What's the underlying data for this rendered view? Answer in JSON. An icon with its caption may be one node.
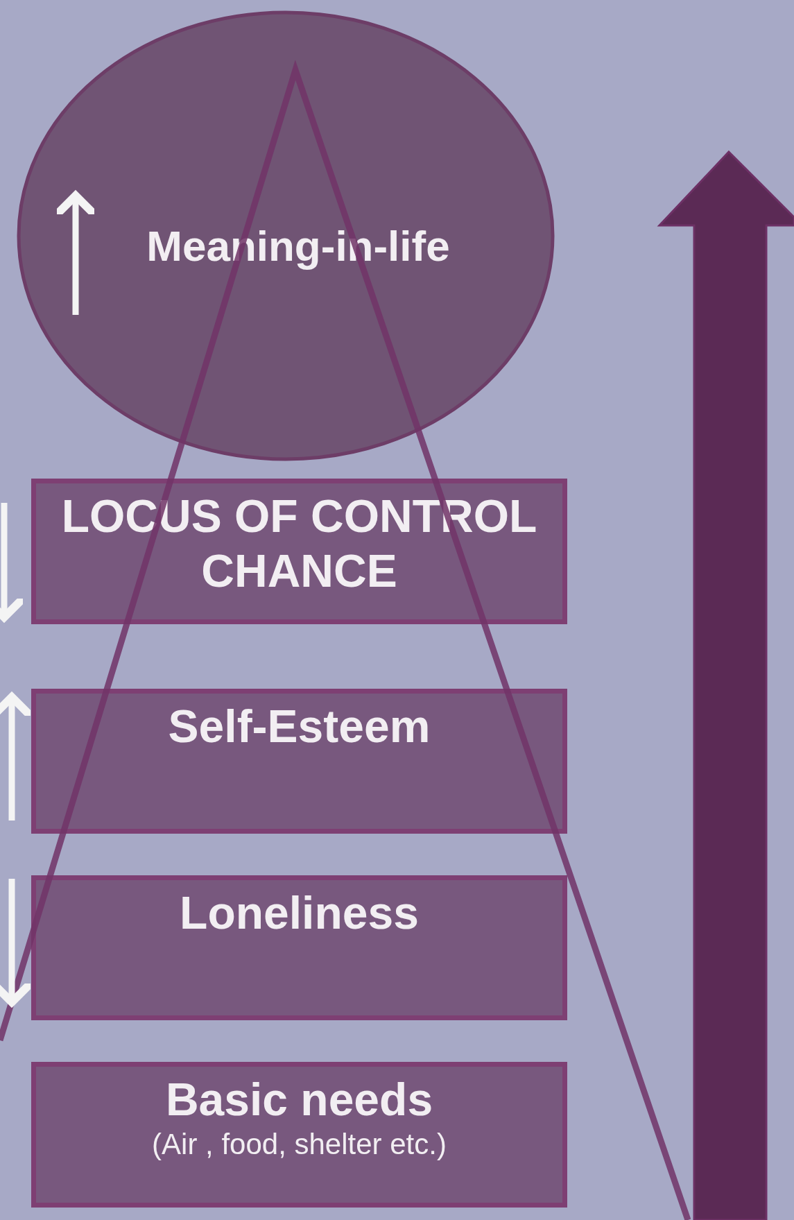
{
  "diagram": {
    "nodes": [
      {
        "text": [
          "Meaning-in-life"
        ]
      },
      {
        "text": [
          "LOCUS OF CONTROL CHANCE"
        ]
      },
      {
        "text": [
          "Self-Esteem"
        ]
      },
      {
        "text": [
          "Loneliness"
        ]
      },
      {
        "text": [
          "Basic needs",
          "(Air , food, shelter etc.)"
        ]
      }
    ]
  }
}
